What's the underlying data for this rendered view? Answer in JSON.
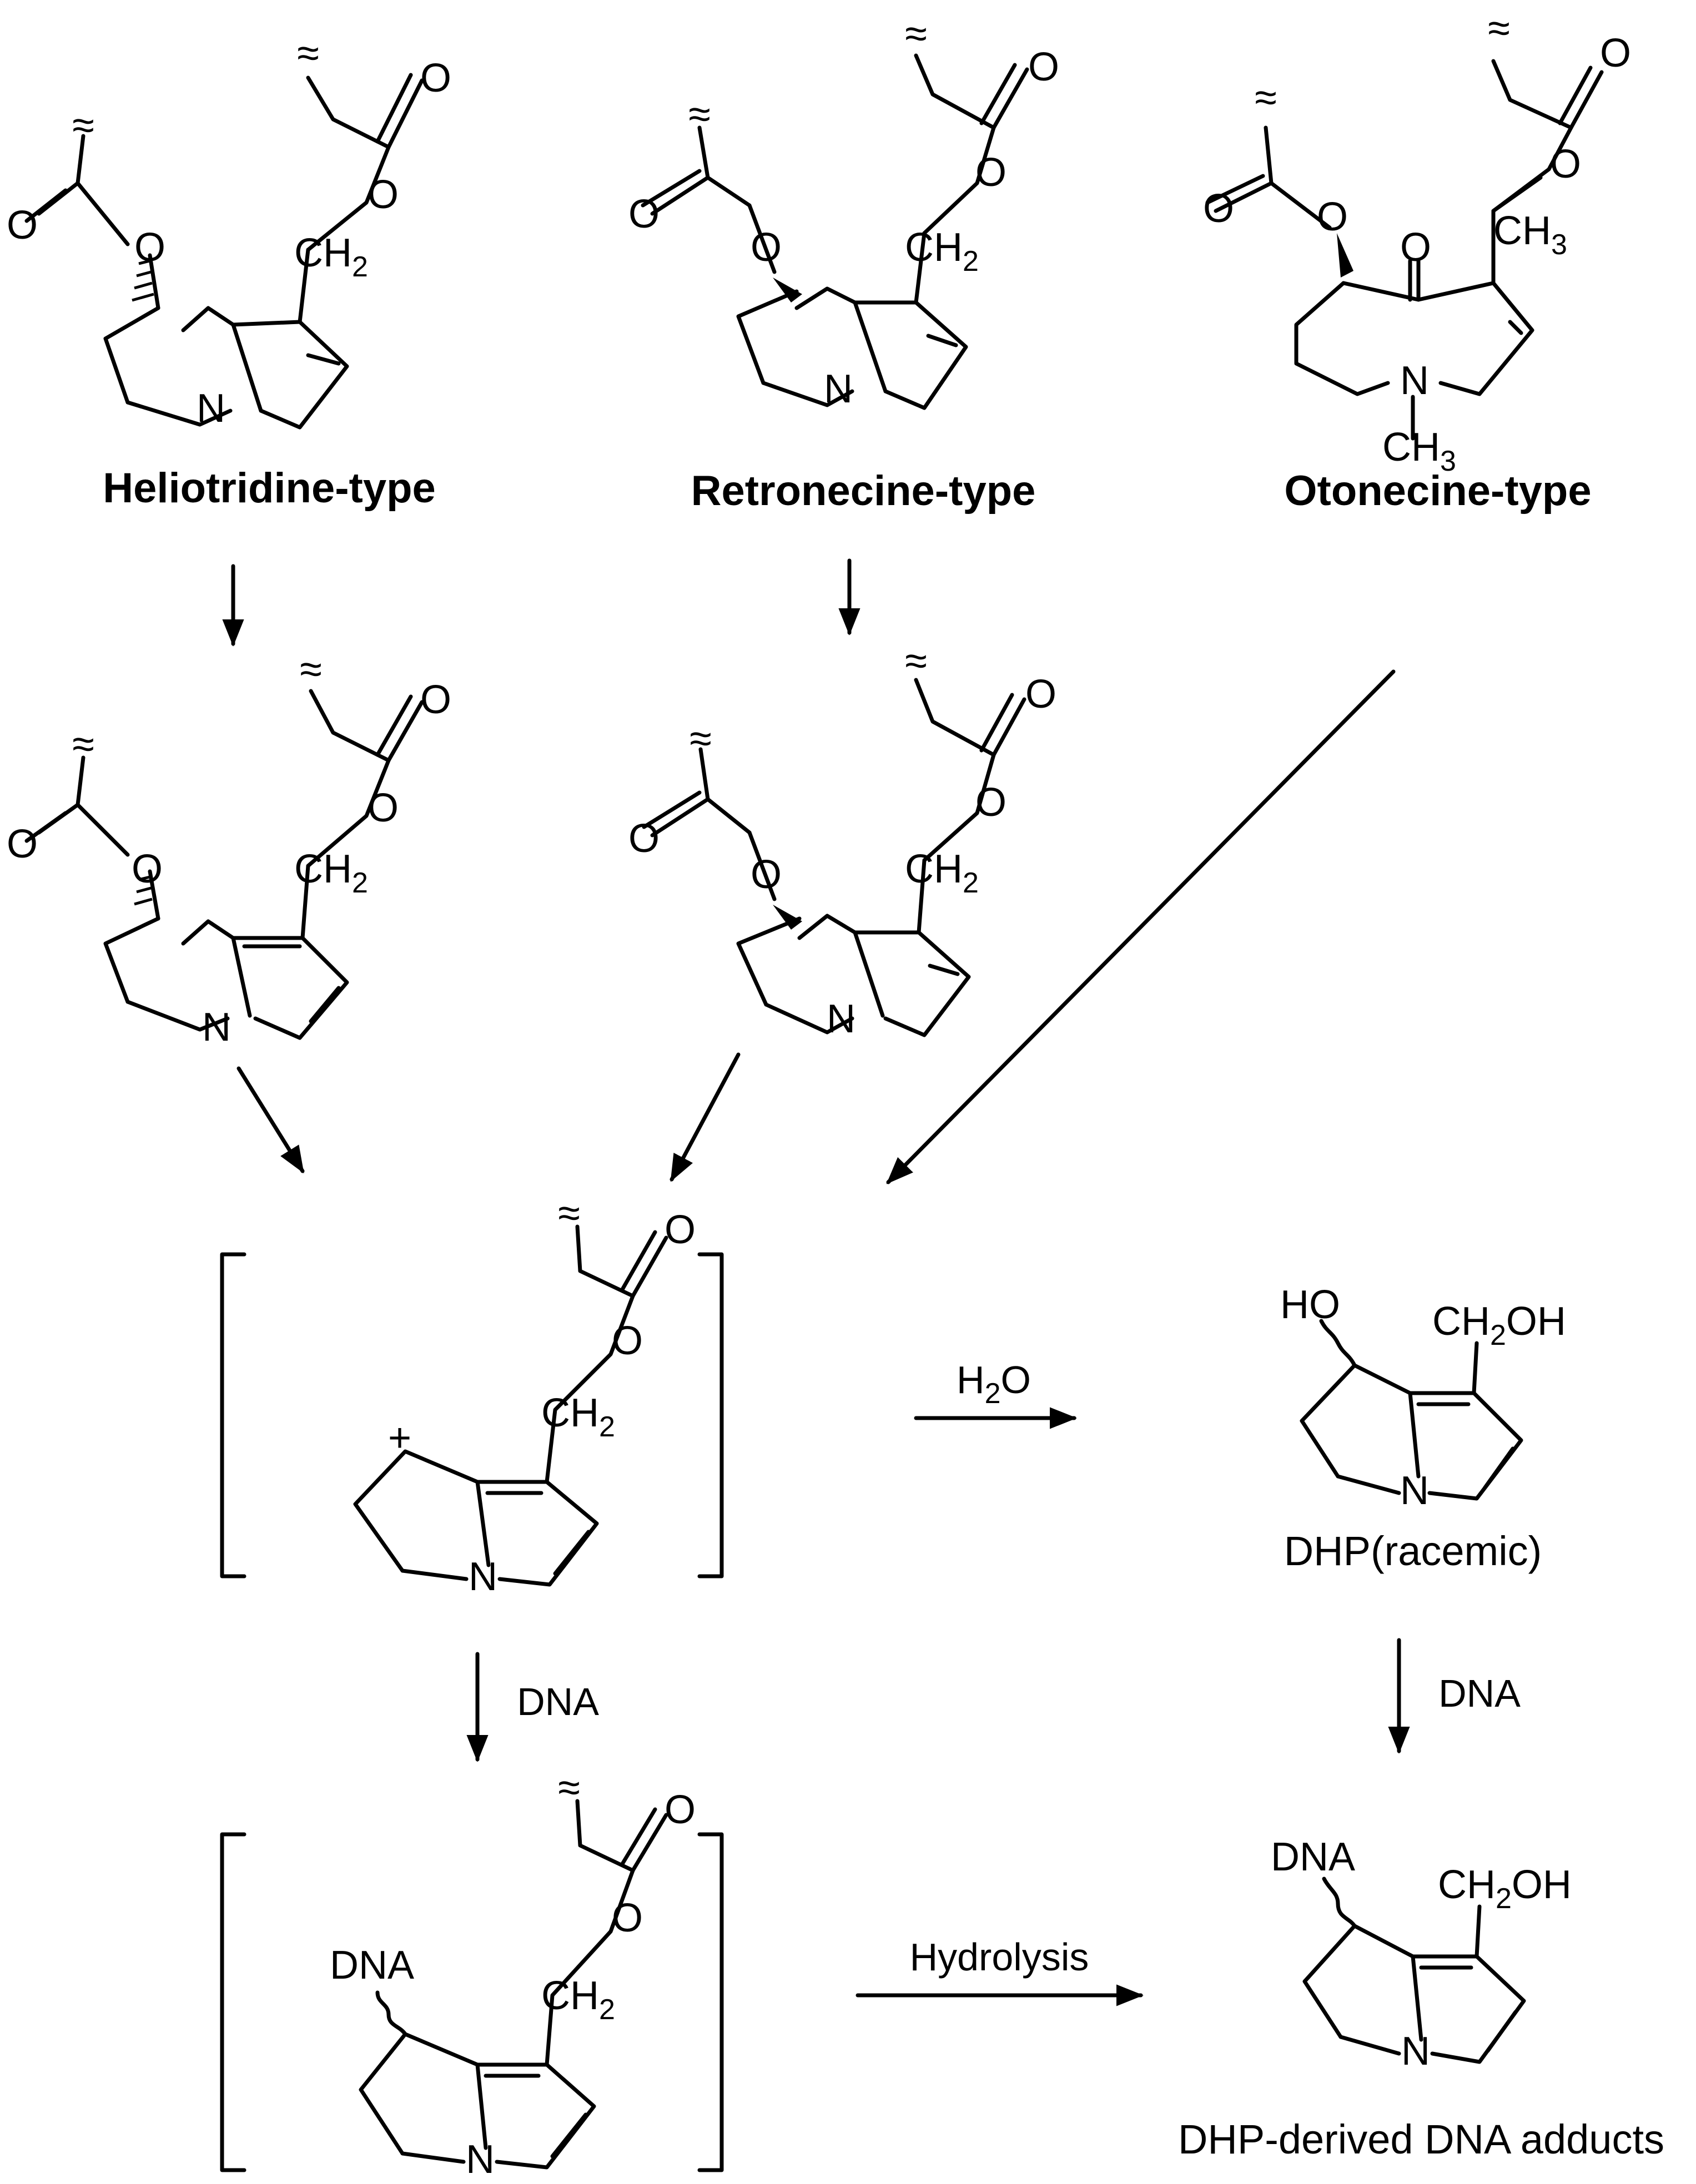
{
  "scheme": {
    "titles": {
      "heliotridine": "Heliotridine-type",
      "retronecine": "Retronecine-type",
      "otonecine": "Otonecine-type"
    },
    "atoms": {
      "N": "N",
      "O": "O",
      "CH2_main": "CH",
      "CH2_sub": "2",
      "CH3_main": "CH",
      "CH3_sub": "3",
      "plus": "+",
      "HO": "HO",
      "CH2OH_pre": "CH",
      "CH2OH_sub": "2",
      "CH2OH_post": "OH",
      "DNA": "DNA",
      "wave": "≈"
    },
    "conditions": {
      "h2o_main": "H",
      "h2o_sub": "2",
      "h2o_post": "O",
      "dna_left": "DNA",
      "dna_right": "DNA",
      "hydrolysis": "Hydrolysis"
    },
    "captions": {
      "dhp": "DHP(racemic)",
      "adducts": "DHP-derived DNA adducts"
    }
  }
}
